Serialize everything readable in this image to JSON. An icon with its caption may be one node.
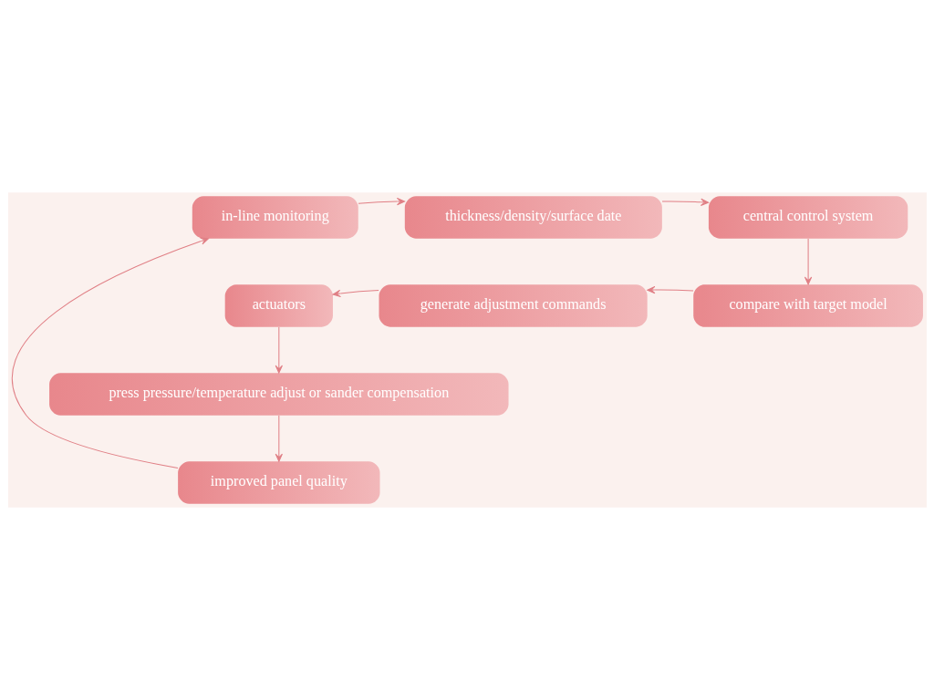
{
  "diagram": {
    "nodes": [
      {
        "text": [
          "in-line monitoring"
        ]
      },
      {
        "text": [
          "thickness/density/surface date"
        ]
      },
      {
        "text": [
          "central control system"
        ]
      },
      {
        "text": [
          "compare with target model"
        ]
      },
      {
        "text": [
          "generate adjustment commands"
        ]
      },
      {
        "text": [
          "actuators"
        ]
      },
      {
        "text": [
          "press pressure/temperature adjust or sander compensation"
        ]
      },
      {
        "text": [
          "improved panel quality"
        ]
      }
    ],
    "edges": [
      {
        "from": 0,
        "to": 1,
        "arrow": "to"
      },
      {
        "from": 1,
        "to": 2,
        "arrow": "to"
      },
      {
        "from": 2,
        "to": 3,
        "arrow": "to"
      },
      {
        "from": 3,
        "to": 4,
        "arrow": "to"
      },
      {
        "from": 4,
        "to": 5,
        "arrow": "to"
      },
      {
        "from": 5,
        "to": 6,
        "arrow": "to"
      },
      {
        "from": 6,
        "to": 7,
        "arrow": "to"
      },
      {
        "from": 7,
        "to": 0,
        "arrow": "to"
      }
    ]
  }
}
